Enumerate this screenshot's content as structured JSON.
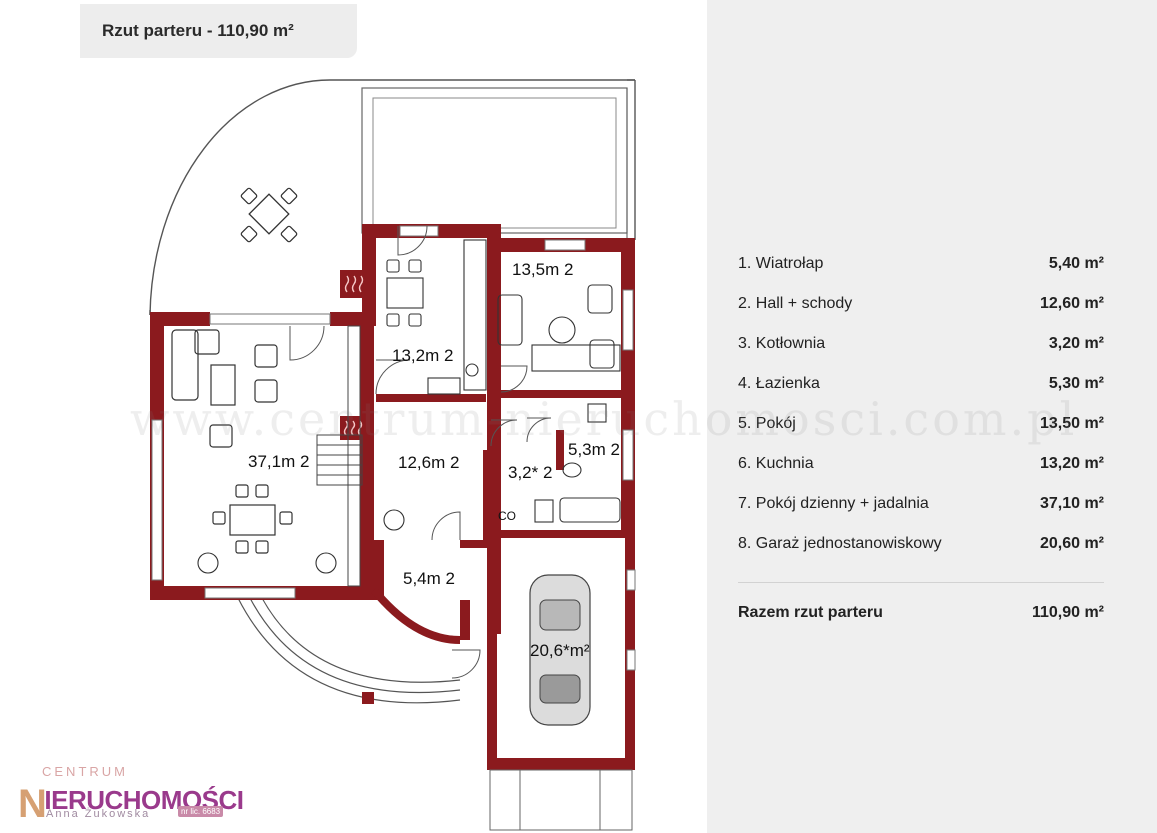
{
  "plan": {
    "title": "Rzut parteru - 110,90 m²",
    "labels": [
      "37,1m 2",
      "13,2m 2",
      "13,5m 2",
      "12,6m 2",
      "5,3m 2",
      "3,2* 2",
      "5,4m 2",
      "20,6*m²",
      "CO"
    ]
  },
  "rooms": [
    {
      "name": "1. Wiatrołap",
      "area": "5,40 m²"
    },
    {
      "name": "2. Hall + schody",
      "area": "12,60 m²"
    },
    {
      "name": "3. Kotłownia",
      "area": "3,20 m²"
    },
    {
      "name": "4. Łazienka",
      "area": "5,30 m²"
    },
    {
      "name": "5. Pokój",
      "area": "13,50 m²"
    },
    {
      "name": "6. Kuchnia",
      "area": "13,20 m²"
    },
    {
      "name": "7. Pokój dzienny + jadalnia",
      "area": "37,10 m²"
    },
    {
      "name": "8. Garaż jednostanowiskowy",
      "area": "20,60 m²"
    }
  ],
  "total": {
    "label": "Razem rzut parteru",
    "area": "110,90 m²"
  },
  "watermark": "www.centrum-nieruchomosci.com.pl",
  "logo": {
    "top": "CENTRUM",
    "main_initial": "N",
    "main_rest": "IERUCHOMOŚCI",
    "sub": "Anna Żukowska",
    "license": "nr lic. 6683"
  },
  "colors": {
    "wall": "#8b1a1e",
    "panel_bg": "#efefef",
    "tab_bg": "#ededed",
    "logo": "#9a3a8c"
  }
}
